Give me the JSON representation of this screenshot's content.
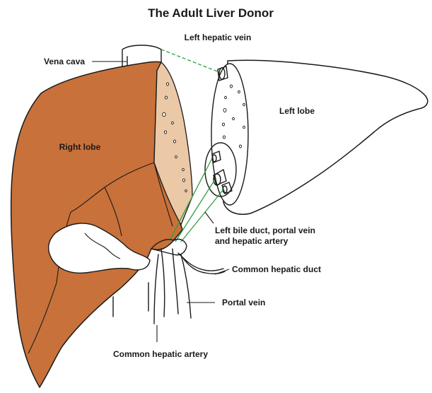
{
  "title": "The Adult Liver Donor",
  "labels": {
    "vena_cava": "Vena cava",
    "left_hepatic_vein": "Left hepatic vein",
    "left_lobe": "Left lobe",
    "right_lobe": "Right lobe",
    "left_bile_duct_line1": "Left bile duct, portal vein",
    "left_bile_duct_line2": "and hepatic artery",
    "common_hepatic_duct": "Common hepatic duct",
    "portal_vein": "Portal vein",
    "common_hepatic_artery": "Common hepatic artery"
  },
  "colors": {
    "right_lobe": "#c8713a",
    "cut_surface": "#ebc9a6",
    "ink": "#1a1a1a",
    "connector_green": "#2e9e3e",
    "background": "#ffffff"
  }
}
